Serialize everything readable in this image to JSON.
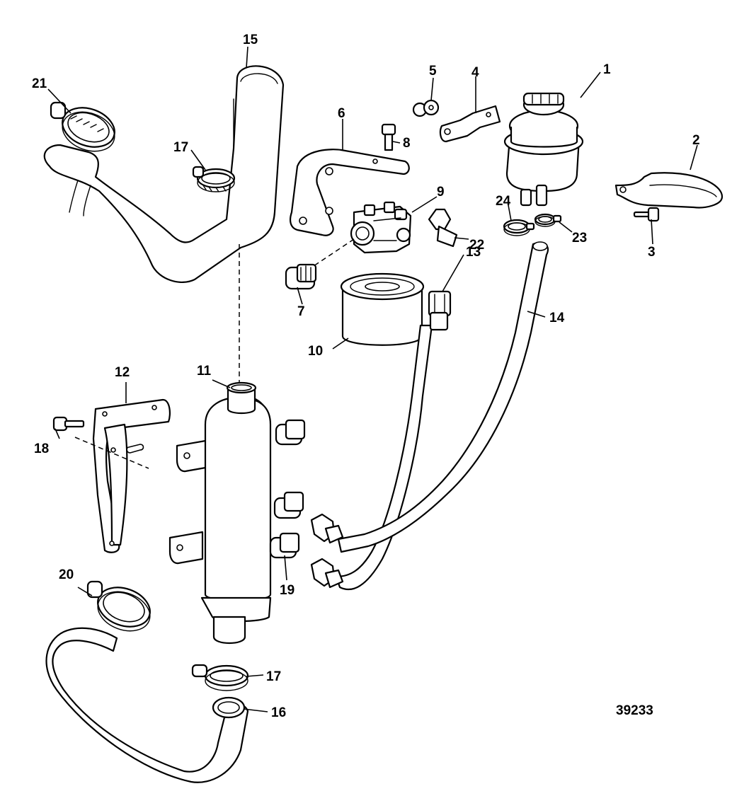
{
  "figure_number": "39233",
  "callouts": {
    "c1": "1",
    "c2": "2",
    "c3": "3",
    "c4": "4",
    "c5": "5",
    "c6": "6",
    "c7": "7",
    "c8": "8",
    "c9": "9",
    "c10": "10",
    "c11": "11",
    "c12": "12",
    "c13": "13",
    "c14": "14",
    "c15": "15",
    "c16": "16",
    "c17a": "17",
    "c17b": "17",
    "c18": "18",
    "c19": "19",
    "c20": "20",
    "c21": "21",
    "c22": "22",
    "c23": "23",
    "c24": "24"
  }
}
